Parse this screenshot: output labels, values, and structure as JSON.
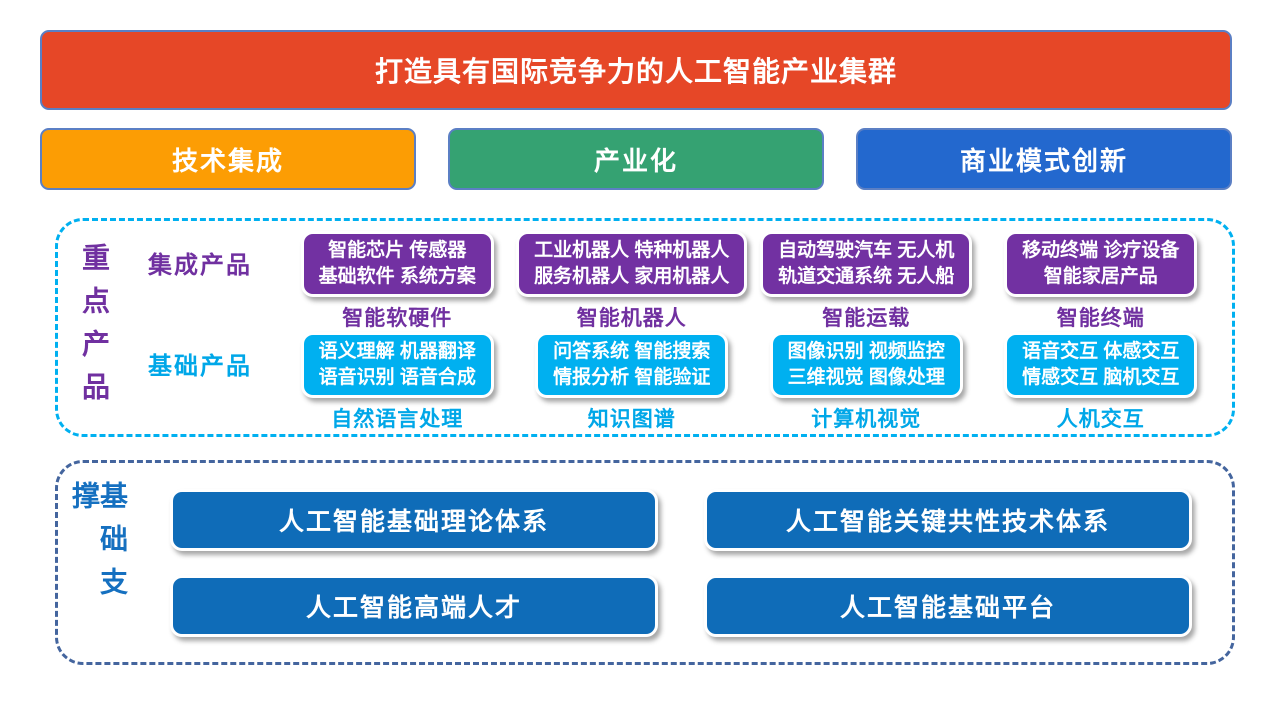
{
  "banner": {
    "title": "打造具有国际竞争力的人工智能产业集群"
  },
  "pillars": [
    {
      "label": "技术集成"
    },
    {
      "label": "产业化"
    },
    {
      "label": "商业模式创新"
    }
  ],
  "key_products": {
    "side_label": "重点产品",
    "rows": [
      {
        "row_label": "集成产品",
        "items": [
          {
            "lines": [
              "智能芯片 传感器",
              "基础软件 系统方案"
            ],
            "caption": "智能软硬件"
          },
          {
            "lines": [
              "工业机器人 特种机器人",
              "服务机器人 家用机器人"
            ],
            "caption": "智能机器人"
          },
          {
            "lines": [
              "自动驾驶汽车 无人机",
              "轨道交通系统 无人船"
            ],
            "caption": "智能运载"
          },
          {
            "lines": [
              "移动终端 诊疗设备",
              "智能家居产品"
            ],
            "caption": "智能终端"
          }
        ]
      },
      {
        "row_label": "基础产品",
        "items": [
          {
            "lines": [
              "语义理解 机器翻译",
              "语音识别 语音合成"
            ],
            "caption": "自然语言处理"
          },
          {
            "lines": [
              "问答系统 智能搜索",
              "情报分析 智能验证"
            ],
            "caption": "知识图谱"
          },
          {
            "lines": [
              "图像识别 视频监控",
              "三维视觉 图像处理"
            ],
            "caption": "计算机视觉"
          },
          {
            "lines": [
              "语音交互 体感交互",
              "情感交互 脑机交互"
            ],
            "caption": "人机交互"
          }
        ]
      }
    ]
  },
  "foundation": {
    "side_label": "基础支撑",
    "items": [
      "人工智能基础理论体系",
      "人工智能关键共性技术体系",
      "人工智能高端人才",
      "人工智能基础平台"
    ]
  },
  "colors": {
    "banner_red": "#E64727",
    "outline_slate_blue": "#5B7FC4",
    "pillar_orange": "#FC9D04",
    "pillar_green": "#35A272",
    "pillar_blue": "#2368CE",
    "product_purple": "#7231A2",
    "purple_text": "#7030A0",
    "product_cyan": "#00B0F0",
    "cyan_dashed_border": "#00B0F0",
    "foundation_box_blue": "#0F6CB8",
    "foundation_text_blue": "#1570C0",
    "foundation_dashed_border": "#44659E"
  }
}
